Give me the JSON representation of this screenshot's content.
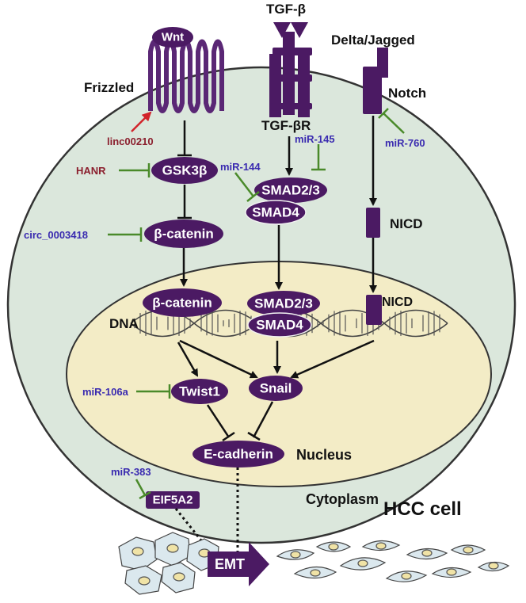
{
  "ligands": {
    "wnt": "Wnt",
    "tgfb": "TGF-β",
    "delta": "Delta/Jagged"
  },
  "receptors": {
    "frizzled": "Frizzled",
    "tgfbr": "TGF-βR",
    "notch": "Notch"
  },
  "nodes": {
    "gsk3b": "GSK3β",
    "bcatenin_cyto": "β-catenin",
    "smad23_cyto": "SMAD2/3",
    "smad4_cyto": "SMAD4",
    "nicd_cyto": "NICD",
    "bcatenin_nuc": "β-catenin",
    "smad23_nuc": "SMAD2/3",
    "smad4_nuc": "SMAD4",
    "nicd_nuc": "NICD",
    "twist1": "Twist1",
    "snail": "Snail",
    "ecadherin": "E-cadherin",
    "eif5a2": "EIF5A2",
    "emt": "EMT"
  },
  "regulators": {
    "linc00210": "linc00210",
    "hanr": "HANR",
    "mir144": "miR-144",
    "mir145": "miR-145",
    "mir760": "miR-760",
    "circ0003418": "circ_0003418",
    "mir106a": "miR-106a",
    "mir383": "miR-383"
  },
  "labels": {
    "dna": "DNA",
    "nucleus": "Nucleus",
    "cytoplasm": "Cytoplasm",
    "cell": "HCC cell"
  },
  "colors": {
    "node": "#4b1a63",
    "cell_fill": "#dbe7dc",
    "nucleus_fill": "#f3ecc6",
    "inhibit": "#4a8a2a",
    "activate_lnc": "#d2232a",
    "mirna_text": "#3a2bb0",
    "lncrna_text": "#8b1f2e"
  }
}
